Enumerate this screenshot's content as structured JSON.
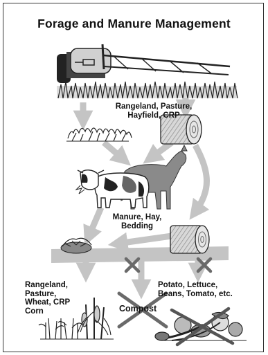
{
  "title": "Forage and Manure Management",
  "labels": {
    "land_types": [
      "Rangeland, Pasture,",
      "Hayfield, CRP"
    ],
    "manure": [
      "Manure, Hay,",
      "Bedding"
    ],
    "crops_left": [
      "Rangeland,",
      "Pasture,",
      "Wheat, CRP",
      "Corn"
    ],
    "compost": "Compost",
    "vegetables": [
      "Potato, Lettuce,",
      "Beans, Tomato, etc."
    ]
  },
  "colors": {
    "arrow": "#c4c4c4",
    "ink": "#111111",
    "cross": "#6a6a6a"
  }
}
